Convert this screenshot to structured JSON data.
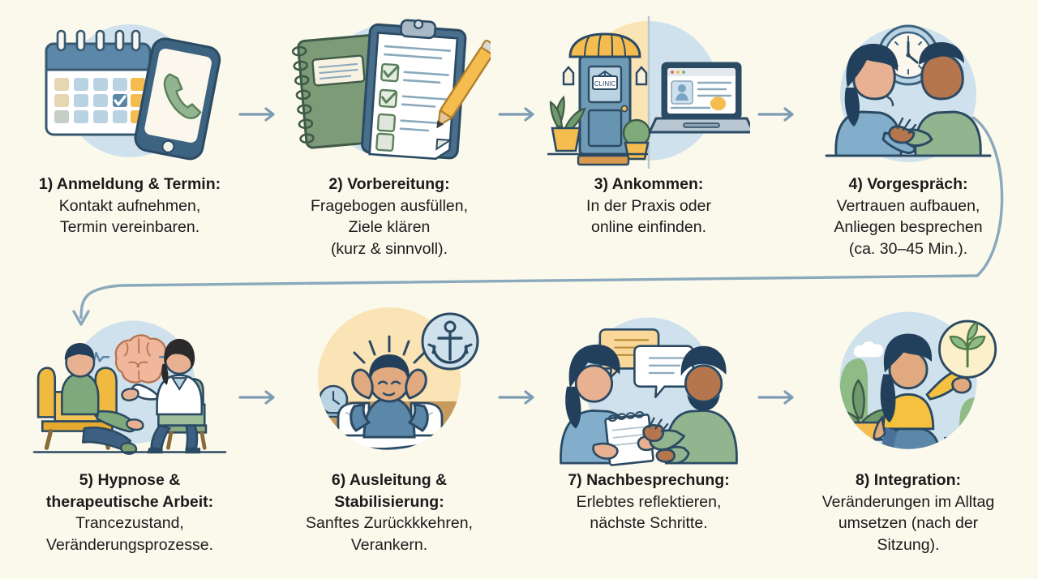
{
  "page": {
    "background_color": "#fbf9ec",
    "text_color": "#1b1b1b",
    "arrow_color": "#7c9cb4",
    "connector_color": "#8aa9bd"
  },
  "palette": {
    "blue_circle": "#cfe1ec",
    "yellow_circle": "#fae3b4",
    "accent_yellow": "#f5bd4f",
    "accent_green": "#7d9e7c",
    "accent_blue": "#5b87a8",
    "dark_navy": "#2b4a63",
    "shirt_blue": "#82aecb",
    "shirt_green": "#92b58f"
  },
  "steps": [
    {
      "index": 1,
      "title": "1) Anmeldung & Termin:",
      "lines": [
        "Kontakt aufnehmen,",
        "Termin vereinbaren."
      ],
      "art_name": "calendar-and-phone-illustration",
      "icons": [
        "calendar-icon",
        "checkmark-icon",
        "smartphone-icon",
        "phone-handset-icon"
      ]
    },
    {
      "index": 2,
      "title": "2) Vorbereitung:",
      "lines": [
        "Fragebogen ausfüllen,",
        "Ziele klären",
        "(kurz & sinnvoll)."
      ],
      "art_name": "notebook-and-clipboard-illustration",
      "icons": [
        "spiral-notebook-icon",
        "clipboard-icon",
        "checkbox-icon",
        "pencil-icon"
      ]
    },
    {
      "index": 3,
      "title": "3) Ankommen:",
      "lines": [
        "In der Praxis oder",
        "online einfinden."
      ],
      "art_name": "praxis-door-and-laptop-illustration",
      "icons": [
        "door-icon",
        "awning-icon",
        "lantern-icon",
        "potted-plant-icon",
        "laptop-icon",
        "profile-card-icon"
      ],
      "door_sign_text": "CLINIC"
    },
    {
      "index": 4,
      "title": "4) Vorgespräch:",
      "lines": [
        "Vertrauen aufbauen,",
        "Anliegen besprechen",
        "(ca. 30–45 Min.)."
      ],
      "art_name": "consultation-conversation-illustration",
      "icons": [
        "wall-clock-icon",
        "person-icon",
        "handshake-gesture-icon"
      ]
    },
    {
      "index": 5,
      "title": "5) Hypnose &",
      "title2": "therapeutische Arbeit:",
      "lines": [
        "Trancezustand,",
        "Veränderungsprozesse."
      ],
      "art_name": "hypnosis-session-illustration",
      "icons": [
        "armchair-icon",
        "brain-icon",
        "brainwave-icon",
        "therapist-icon"
      ]
    },
    {
      "index": 6,
      "title": "6) Ausleitung &",
      "title2": "Stabilisierung:",
      "lines": [
        "Sanftes Zurückkkehren,",
        "Verankern."
      ],
      "art_name": "waking-up-stabilisation-illustration",
      "icons": [
        "bed-icon",
        "pillow-icon",
        "anchor-icon",
        "alarm-clock-icon",
        "sunburst-icon"
      ]
    },
    {
      "index": 7,
      "title": "7) Nachbesprechung:",
      "lines": [
        "Erlebtes reflektieren,",
        "nächste Schritte."
      ],
      "art_name": "debrief-conversation-illustration",
      "icons": [
        "speech-bubble-icon",
        "notepad-icon",
        "person-icon"
      ]
    },
    {
      "index": 8,
      "title": "8) Integration:",
      "lines": [
        "Veränderungen im Alltag",
        "umsetzen (nach der",
        "Sitzung)."
      ],
      "art_name": "integration-everyday-illustration",
      "icons": [
        "plant-sprout-icon",
        "potted-plant-icon",
        "cloud-icon",
        "person-icon"
      ]
    }
  ],
  "connectors": {
    "horizontal_arrow": "arrow-right-icon",
    "wrap_arrow": "arrow-wrap-down-left-icon"
  }
}
